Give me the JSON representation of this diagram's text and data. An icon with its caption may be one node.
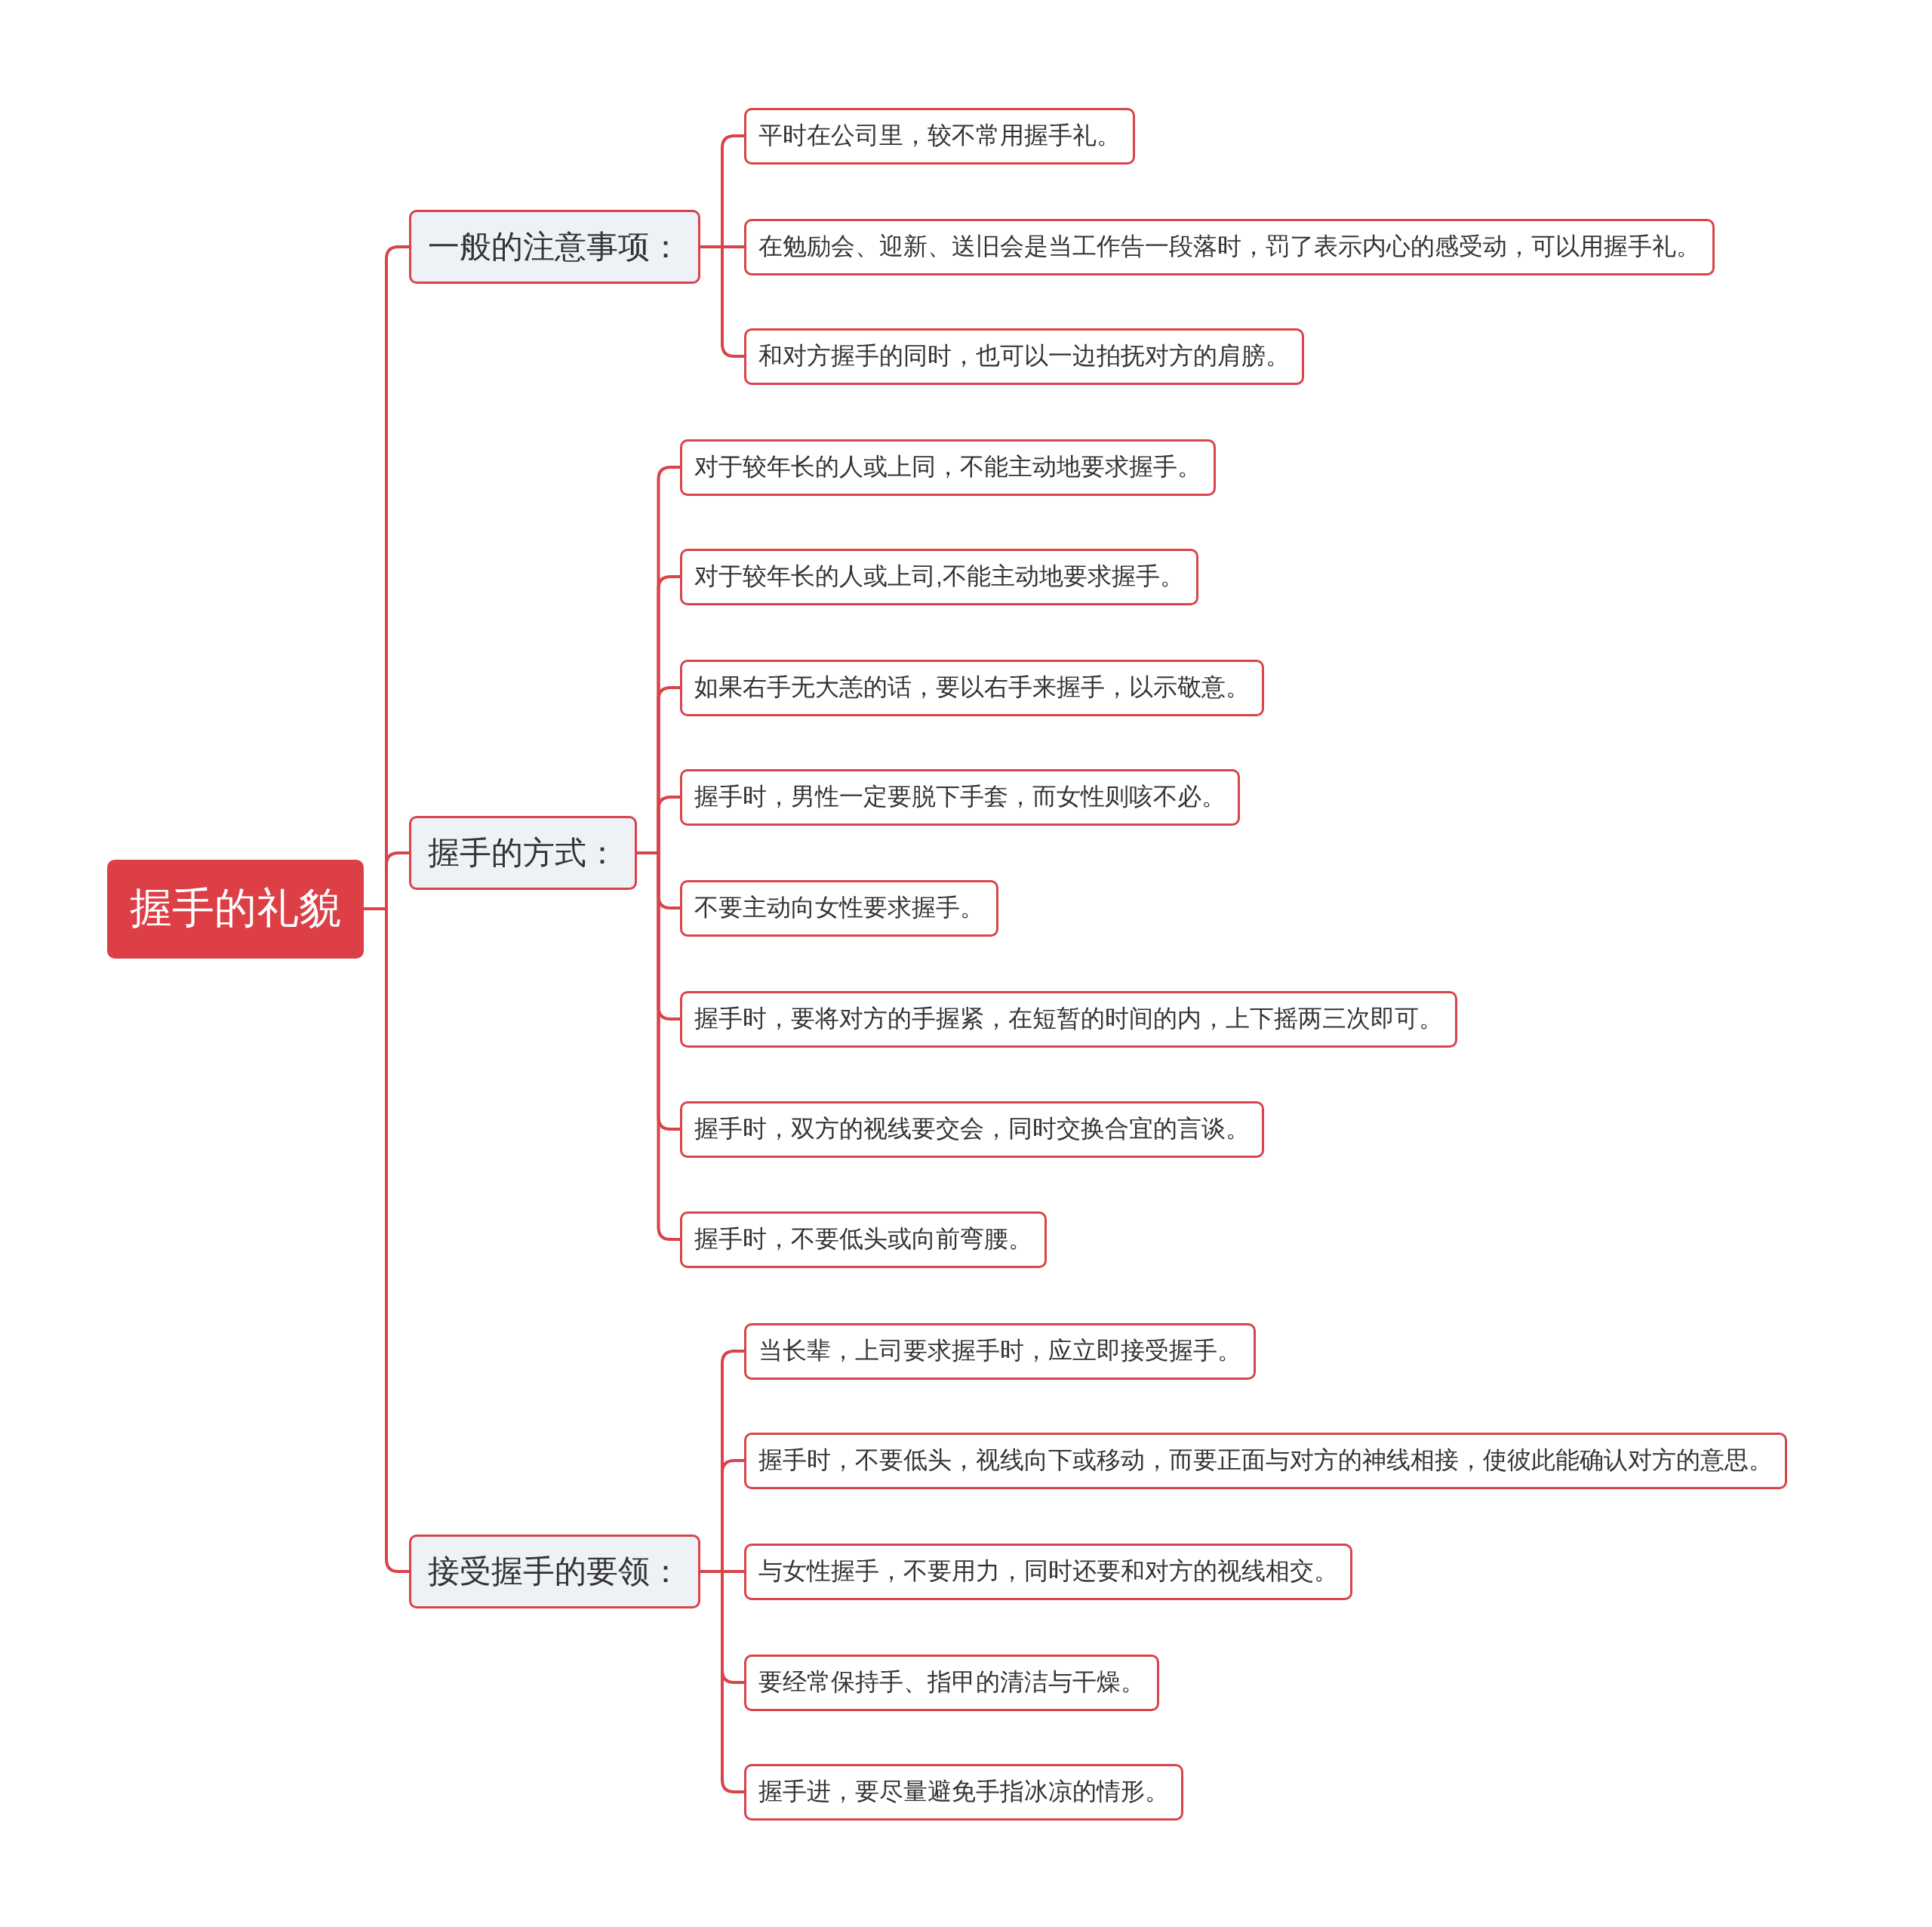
{
  "diagram": {
    "nodes": [
      {
        "text": [
          "握手的礼貌"
        ]
      },
      {
        "text": [
          "一般的注意事项："
        ]
      },
      {
        "text": [
          "平时在公司里，较不常用握手礼。"
        ]
      },
      {
        "text": [
          "在勉励会、迎新、送旧会是当工作告一段落时，罚了表示内心的感受动，可以用握手礼。"
        ]
      },
      {
        "text": [
          "和对方握手的同时，也可以一边拍抚对方的肩膀。"
        ]
      },
      {
        "text": [
          "握手的方式："
        ]
      },
      {
        "text": [
          "对于较年长的人或上同，不能主动地要求握手。"
        ]
      },
      {
        "text": [
          "对于较年长的人或上司,不能主动地要求握手。"
        ]
      },
      {
        "text": [
          "如果右手无大恙的话，要以右手来握手，以示敬意。"
        ]
      },
      {
        "text": [
          "握手时，男性一定要脱下手套，而女性则咳不必。"
        ]
      },
      {
        "text": [
          "不要主动向女性要求握手。"
        ]
      },
      {
        "text": [
          "握手时，要将对方的手握紧，在短暂的时间的内，上下摇两三次即可。"
        ]
      },
      {
        "text": [
          "握手时，双方的视线要交会，同时交换合宜的言谈。"
        ]
      },
      {
        "text": [
          "握手时，不要低头或向前弯腰。"
        ]
      },
      {
        "text": [
          "接受握手的要领："
        ]
      },
      {
        "text": [
          "当长辈，上司要求握手时，应立即接受握手。"
        ]
      },
      {
        "text": [
          "握手时，不要低头，视线向下或移动，而要正面与对方的神线相接，使彼此能确认对方的意思。"
        ]
      },
      {
        "text": [
          "与女性握手，不要用力，同时还要和对方的视线相交。"
        ]
      },
      {
        "text": [
          "要经常保持手、指甲的清洁与干燥。"
        ]
      },
      {
        "text": [
          "握手进，要尽量避免手指冰凉的情形。"
        ]
      }
    ],
    "edges": [
      {
        "from": 0,
        "to": 1,
        "arrow": "none"
      },
      {
        "from": 0,
        "to": 5,
        "arrow": "none"
      },
      {
        "from": 0,
        "to": 14,
        "arrow": "none"
      },
      {
        "from": 1,
        "to": 2,
        "arrow": "none"
      },
      {
        "from": 1,
        "to": 3,
        "arrow": "none"
      },
      {
        "from": 1,
        "to": 4,
        "arrow": "none"
      },
      {
        "from": 5,
        "to": 6,
        "arrow": "none"
      },
      {
        "from": 5,
        "to": 7,
        "arrow": "none"
      },
      {
        "from": 5,
        "to": 8,
        "arrow": "none"
      },
      {
        "from": 5,
        "to": 9,
        "arrow": "none"
      },
      {
        "from": 5,
        "to": 10,
        "arrow": "none"
      },
      {
        "from": 5,
        "to": 11,
        "arrow": "none"
      },
      {
        "from": 5,
        "to": 12,
        "arrow": "none"
      },
      {
        "from": 5,
        "to": 13,
        "arrow": "none"
      },
      {
        "from": 14,
        "to": 15,
        "arrow": "none"
      },
      {
        "from": 14,
        "to": 16,
        "arrow": "none"
      },
      {
        "from": 14,
        "to": 17,
        "arrow": "none"
      },
      {
        "from": 14,
        "to": 18,
        "arrow": "none"
      },
      {
        "from": 14,
        "to": 19,
        "arrow": "none"
      }
    ]
  }
}
